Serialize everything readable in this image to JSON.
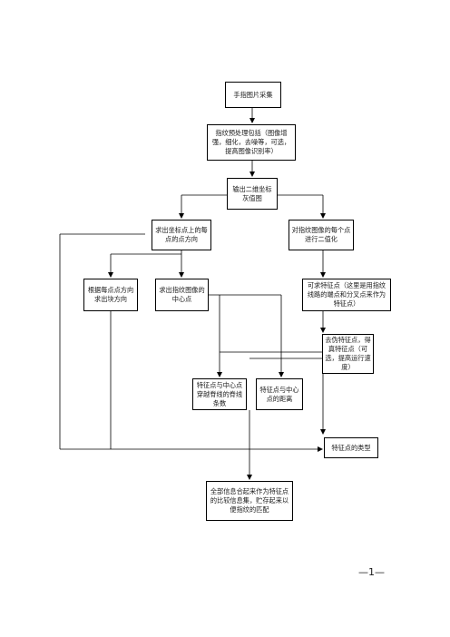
{
  "nodes": {
    "capture": "手指图片采集",
    "preprocess": "指纹预处理包括（图像增强，细化，去噪等，可选，提高图像识别率）",
    "gray": "输出二维坐标灰值图",
    "direction": "求出坐标点上的每点的点方向",
    "binarize": "对指纹图像的每个点进行二值化",
    "block_dir": "根据每点点方向求出块方向",
    "center": "求出指纹图像的中心点",
    "minutiae": "可求特征点（这里是用指纹线路的端点和分叉点来作为特征点）",
    "remove_false": "去伪特征点，得真特征点（可选，提高运行速度）",
    "ridge_count": "特征点与中心点穿越脊线的脊线条数",
    "distance": "特征点与中心点的距离",
    "type": "特征点的类型",
    "combine": "全部信息合起来作为特征点的比较信息集，贮存起来以便指纹的匹配"
  },
  "page_number": "—1—"
}
